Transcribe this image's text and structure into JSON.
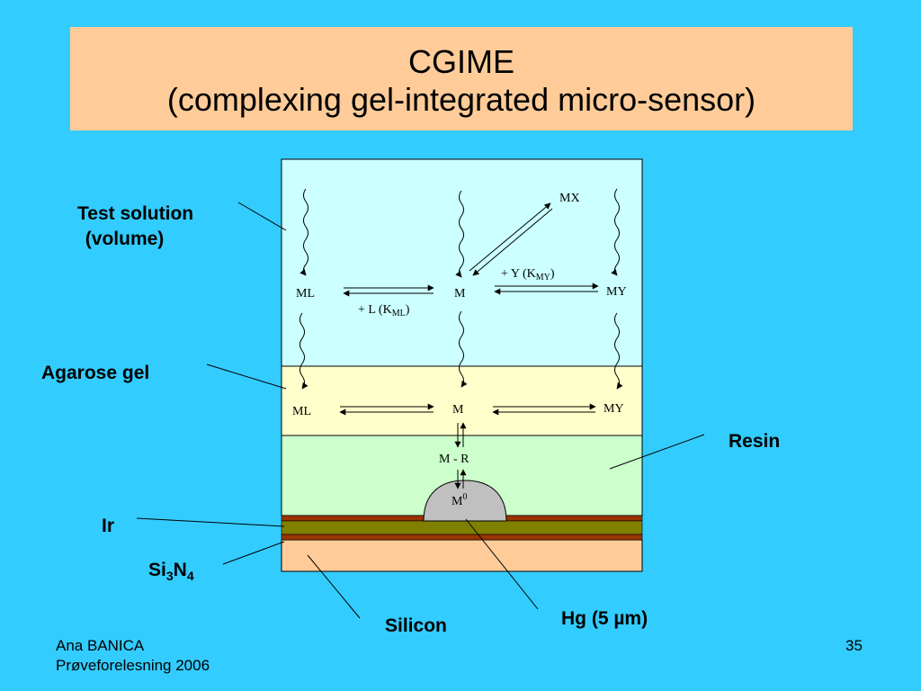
{
  "slide": {
    "title_line1": "CGIME",
    "title_line2": "(complexing gel-integrated micro-sensor)",
    "footer_author": "Ana BANICA",
    "footer_event": "Prøveforelesning 2006",
    "page_number": "35"
  },
  "labels": {
    "test_solution_line1": "Test solution",
    "test_solution_line2": "(volume)",
    "agarose_gel": "Agarose gel",
    "resin": "Resin",
    "ir": "Ir",
    "si3n4_si": "Si",
    "si3n4_sub1": "3",
    "si3n4_n": "N",
    "si3n4_sub2": "4",
    "silicon": "Silicon",
    "hg": "Hg (5 µm)"
  },
  "species": {
    "mx": "MX",
    "ml_solution": "ML",
    "m_solution": "M",
    "my_solution": "MY",
    "plus_y": "+  Y (K",
    "k_my_sub": "MY",
    "close_paren": ")",
    "plus_l": "+ L (K",
    "k_ml_sub": "ML",
    "ml_gel": "ML",
    "m_gel": "M",
    "my_gel": "MY",
    "m_r": "M - R",
    "m0": "M",
    "m0_sup": "0"
  },
  "colors": {
    "background": "#33ccff",
    "title_box": "#ffcc99",
    "solution_layer": "#ccffff",
    "gel_layer": "#ffffcc",
    "resin_layer": "#ccffcc",
    "ir_layer": "#993300",
    "si3n4_layer": "#808000",
    "silicon_layer": "#ffcc99",
    "hg_drop": "#c0c0c0"
  }
}
